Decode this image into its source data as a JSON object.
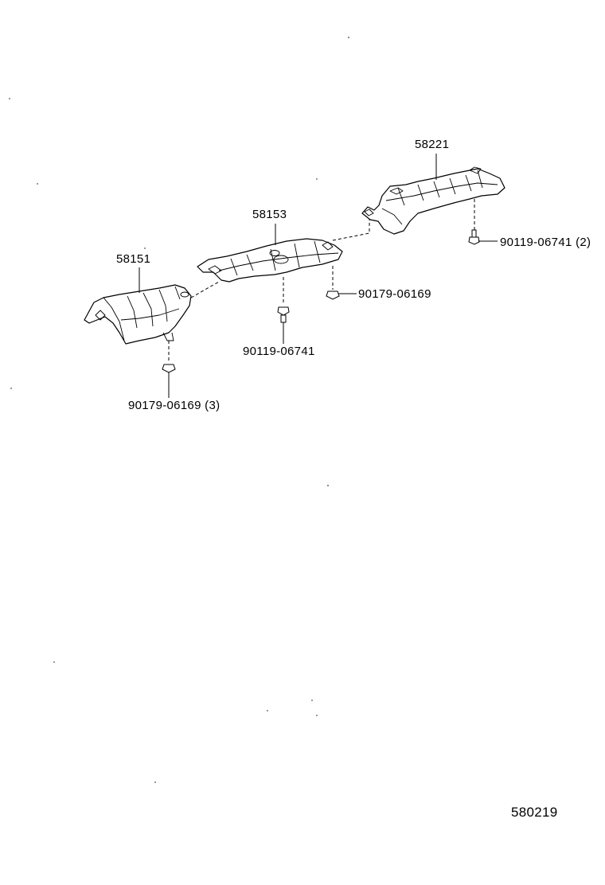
{
  "parts": {
    "p58221": "58221",
    "p58153": "58153",
    "p58151": "58151"
  },
  "fasteners": {
    "bolt_right": "90119-06741 (2)",
    "nut_mid": "90179-06169",
    "bolt_mid": "90119-06741",
    "nut_left": "90179-06169 (3)"
  },
  "diagram_id": "580219"
}
